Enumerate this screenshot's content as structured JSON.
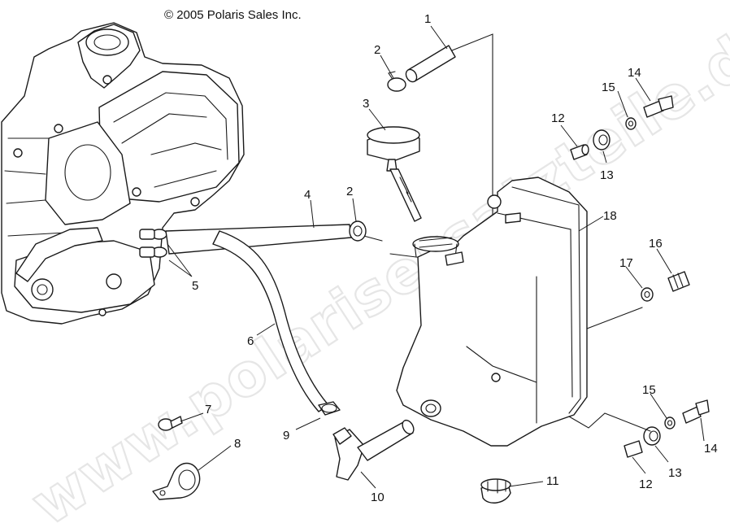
{
  "copyright": "© 2005 Polaris Sales Inc.",
  "watermark": "www.polarisersatzteile.de",
  "callouts": [
    {
      "id": "c1",
      "label": "1"
    },
    {
      "id": "c2a",
      "label": "2"
    },
    {
      "id": "c2b",
      "label": "2"
    },
    {
      "id": "c3",
      "label": "3"
    },
    {
      "id": "c4",
      "label": "4"
    },
    {
      "id": "c5",
      "label": "5"
    },
    {
      "id": "c6",
      "label": "6"
    },
    {
      "id": "c7",
      "label": "7"
    },
    {
      "id": "c8",
      "label": "8"
    },
    {
      "id": "c9",
      "label": "9"
    },
    {
      "id": "c10",
      "label": "10"
    },
    {
      "id": "c11",
      "label": "11"
    },
    {
      "id": "c12a",
      "label": "12"
    },
    {
      "id": "c12b",
      "label": "12"
    },
    {
      "id": "c13a",
      "label": "13"
    },
    {
      "id": "c13b",
      "label": "13"
    },
    {
      "id": "c14a",
      "label": "14"
    },
    {
      "id": "c14b",
      "label": "14"
    },
    {
      "id": "c15a",
      "label": "15"
    },
    {
      "id": "c15b",
      "label": "15"
    },
    {
      "id": "c16",
      "label": "16"
    },
    {
      "id": "c17",
      "label": "17"
    },
    {
      "id": "c18",
      "label": "18"
    }
  ],
  "colors": {
    "line": "#1a1a1a",
    "watermark": "#e6e6e6",
    "background": "#ffffff"
  }
}
